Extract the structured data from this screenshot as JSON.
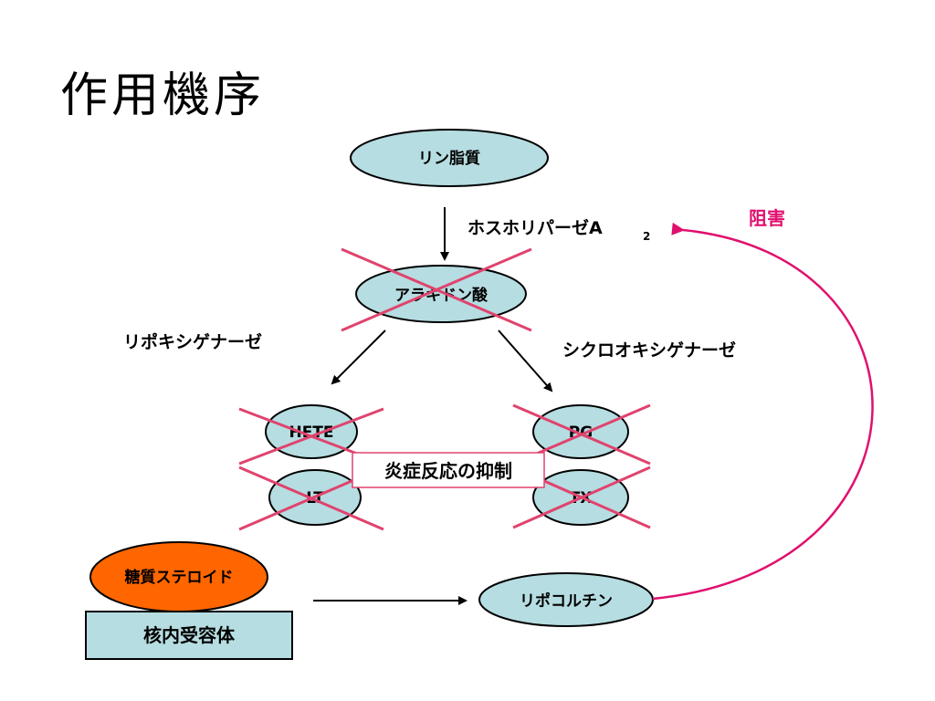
{
  "title": "作用機序",
  "nodes": {
    "phospholipid": "リン脂質",
    "arachidonic_acid": "アラキドン酸",
    "hete": "HETE",
    "lt": "LT",
    "pg": "PG",
    "tx": "TX",
    "glucocorticoid": "糖質ステロイド",
    "nuclear_receptor": "核内受容体",
    "lipocortin": "リポコルチン"
  },
  "labels": {
    "phospholipase": "ホスホリパーゼA",
    "phospholipase_sub": "2",
    "lipoxygenase": "リポキシゲナーゼ",
    "cyclooxygenase": "シクロオキシゲナーゼ",
    "inhibition": "阻害",
    "anti_inflammation": "炎症反応の抑制"
  },
  "colors": {
    "node_fill": "#b6dde1",
    "node_stroke": "#000000",
    "steroid_fill": "#ff6600",
    "cross": "#e0436e",
    "inhibit_arrow": "#e0106e",
    "inhibit_text": "#e0106e",
    "receptor_fill": "#b6dde1"
  }
}
